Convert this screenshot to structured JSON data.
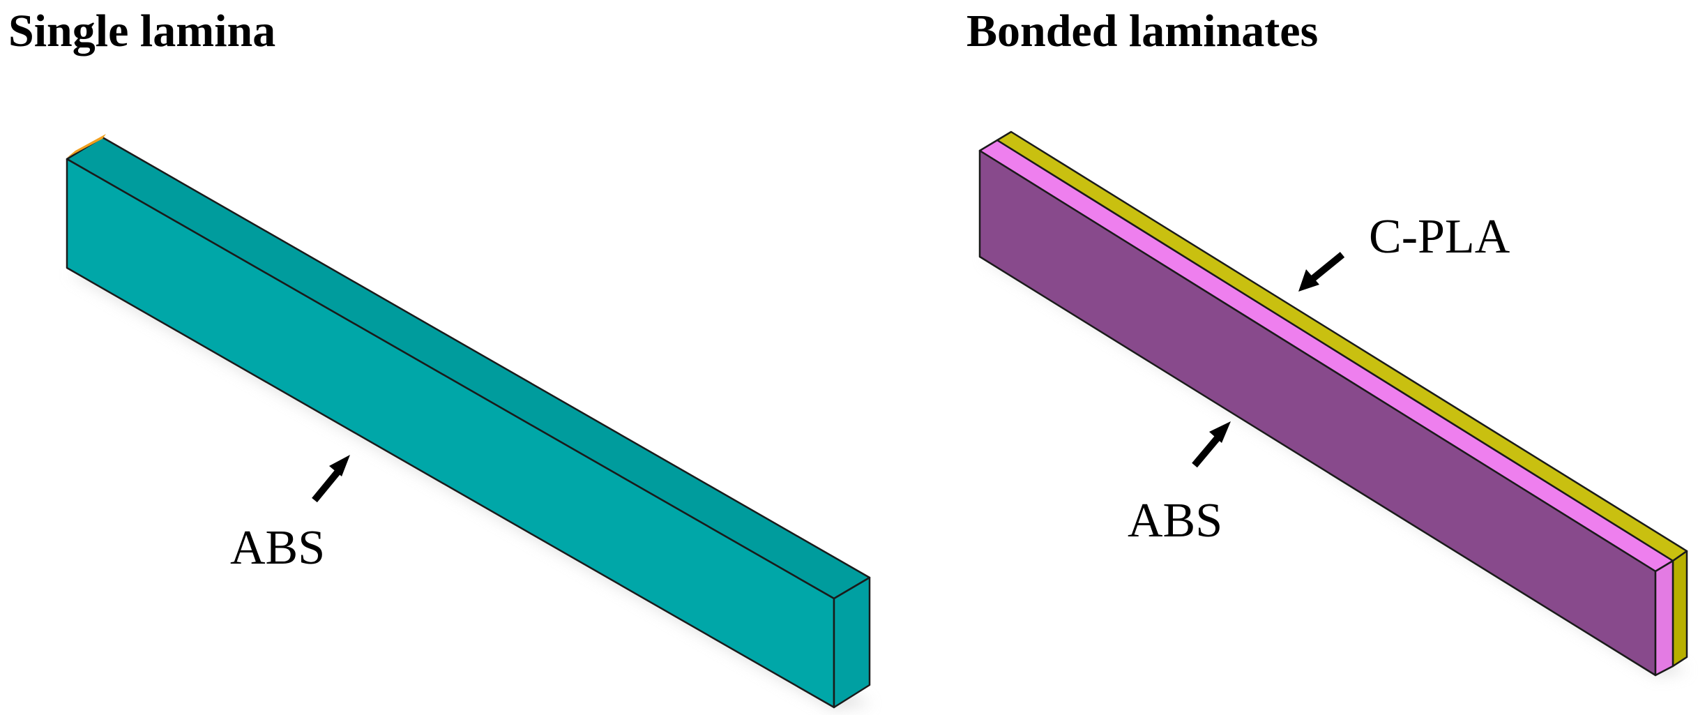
{
  "panels": {
    "single": {
      "title": "Single lamina",
      "label": "ABS",
      "colors": {
        "front": "#00A7A8",
        "top": "#009C9D",
        "end": "#00A0A2",
        "accent": "#F0A020"
      }
    },
    "bonded": {
      "title": "Bonded laminates",
      "label_abs": "ABS",
      "label_cpla": "C-PLA",
      "colors": {
        "abs_front": "#884A8C",
        "abs_top": "#EE7FEE",
        "abs_end": "#E37BE3",
        "cpla_top": "#C9C010",
        "cpla_end": "#B8B000"
      }
    }
  }
}
